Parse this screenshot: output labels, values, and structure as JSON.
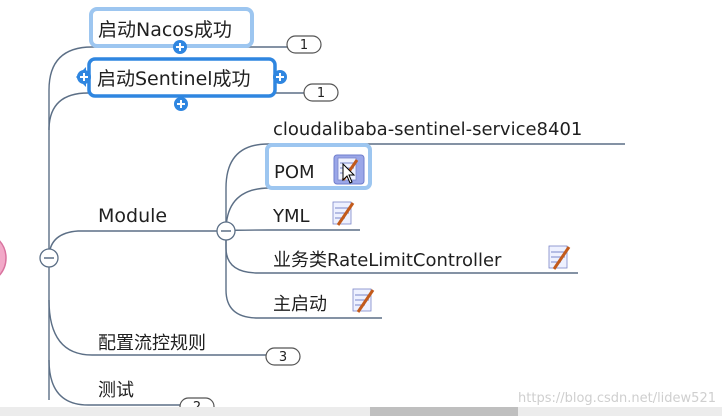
{
  "mindmap": {
    "nodes": {
      "nacos": {
        "label": "启动Nacos成功",
        "badge": "1"
      },
      "sentinel": {
        "label": "启动Sentinel成功",
        "badge": "1"
      },
      "module": {
        "label": "Module"
      },
      "service": {
        "label": "cloudalibaba-sentinel-service8401"
      },
      "pom": {
        "label": "POM"
      },
      "yml": {
        "label": "YML"
      },
      "controller": {
        "label": "业务类RateLimitController"
      },
      "main": {
        "label": "主启动"
      },
      "flow_rules": {
        "label": "配置流控规则",
        "badge": "3"
      },
      "test": {
        "label": "测试",
        "badge": "2"
      }
    },
    "icons": {
      "expand": "plus-icon",
      "collapse": "minus-icon",
      "note": "note-pencil-icon",
      "cursor": "mouse-cursor-icon"
    }
  },
  "watermark": "https://blog.csdn.net/lidew521",
  "colors": {
    "branch_line": "#5c6f86",
    "selection": "#2f86e0",
    "selection_fill": "#dbe9f8",
    "root_node": "#f2a9c8",
    "badge_border": "#555555"
  }
}
